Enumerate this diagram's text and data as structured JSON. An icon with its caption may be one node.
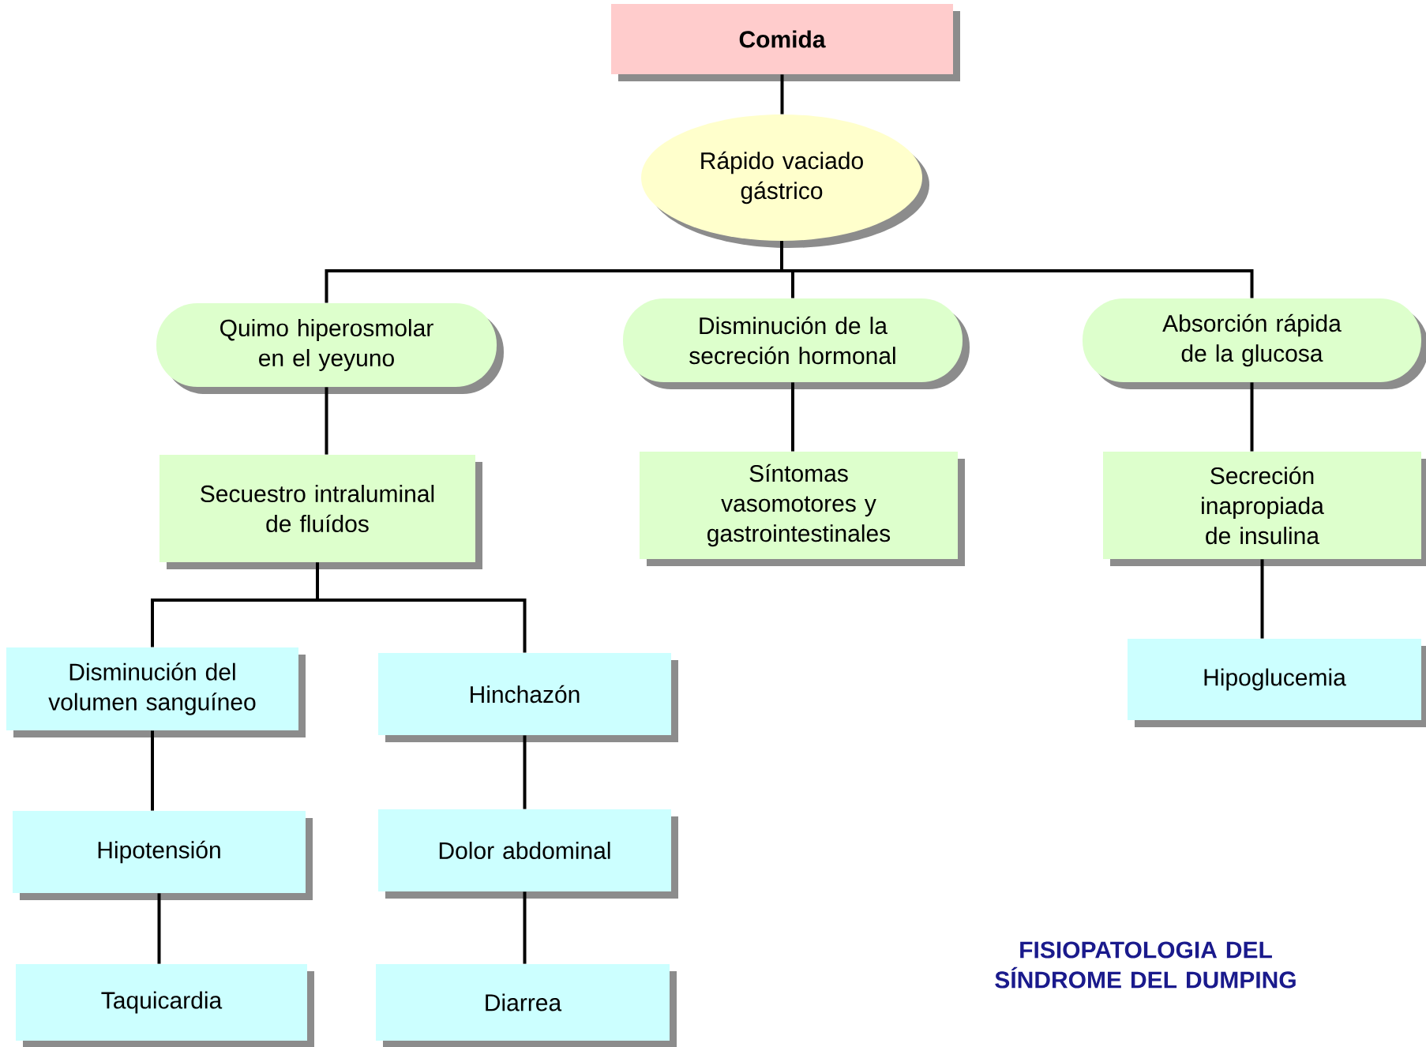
{
  "diagram": {
    "title": "FISIOPATOLOGIA DEL SÍNDROME DEL DUMPING",
    "nodes": [
      {
        "text": [
          "Comida"
        ]
      },
      {
        "text": [
          "Rápido vaciado gástrico"
        ]
      },
      {
        "text": [
          "Quimo hiperosmolar en el yeyuno"
        ]
      },
      {
        "text": [
          "Disminución de la secreción hormonal"
        ]
      },
      {
        "text": [
          "Absorción rápida de la glucosa"
        ]
      },
      {
        "text": [
          "Secuestro intraluminal de fluídos"
        ]
      },
      {
        "text": [
          "Síntomas vasomotores y gastrointestinales"
        ]
      },
      {
        "text": [
          "Secreción inapropiada de insulina"
        ]
      },
      {
        "text": [
          "Disminución del volumen sanguíneo"
        ]
      },
      {
        "text": [
          "Hinchazón"
        ]
      },
      {
        "text": [
          "Hipoglucemia"
        ]
      },
      {
        "text": [
          "Hipotensión"
        ]
      },
      {
        "text": [
          "Dolor abdominal"
        ]
      },
      {
        "text": [
          "Taquicardia"
        ]
      },
      {
        "text": [
          "Diarrea"
        ]
      }
    ],
    "edges": [
      {
        "from": 0,
        "to": 1,
        "arrow": "none"
      },
      {
        "from": 1,
        "to": 2,
        "arrow": "none"
      },
      {
        "from": 1,
        "to": 3,
        "arrow": "none"
      },
      {
        "from": 1,
        "to": 4,
        "arrow": "none"
      },
      {
        "from": 2,
        "to": 5,
        "arrow": "none"
      },
      {
        "from": 3,
        "to": 6,
        "arrow": "none"
      },
      {
        "from": 4,
        "to": 7,
        "arrow": "none"
      },
      {
        "from": 5,
        "to": 8,
        "arrow": "none"
      },
      {
        "from": 5,
        "to": 9,
        "arrow": "none"
      },
      {
        "from": 7,
        "to": 10,
        "arrow": "none"
      },
      {
        "from": 8,
        "to": 11,
        "arrow": "none"
      },
      {
        "from": 9,
        "to": 12,
        "arrow": "none"
      },
      {
        "from": 11,
        "to": 13,
        "arrow": "none"
      },
      {
        "from": 12,
        "to": 14,
        "arrow": "none"
      }
    ]
  }
}
